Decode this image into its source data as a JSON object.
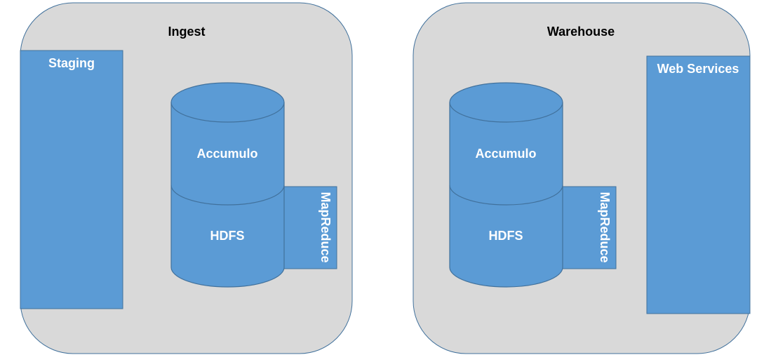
{
  "diagram": {
    "ingest": {
      "title": "Ingest",
      "staging_label": "Staging",
      "accumulo_label": "Accumulo",
      "hdfs_label": "HDFS",
      "mapreduce_label": "MapReduce"
    },
    "warehouse": {
      "title": "Warehouse",
      "web_services_label": "Web Services",
      "accumulo_label": "Accumulo",
      "hdfs_label": "HDFS",
      "mapreduce_label": "MapReduce"
    },
    "colors": {
      "zone_fill": "#d9d9d9",
      "shape_fill": "#5b9bd5",
      "shape_stroke": "#41719c"
    }
  }
}
